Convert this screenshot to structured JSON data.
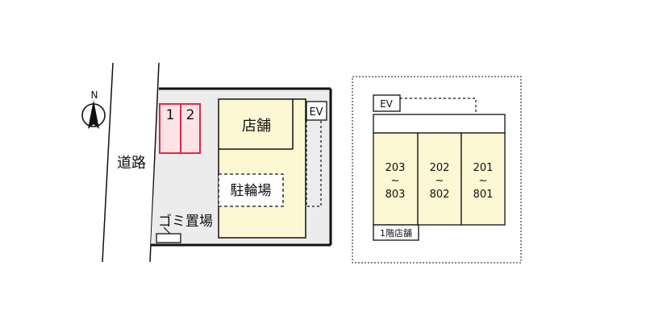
{
  "site_plan": {
    "compass": {
      "north_label": "N"
    },
    "road_label": "道路",
    "parking": {
      "spaces": [
        "1",
        "2"
      ]
    },
    "shop_label": "店舗",
    "elevator_label": "EV",
    "bicycle_parking_label": "駐輪場",
    "garbage_label": "ゴミ置場"
  },
  "floor_plan": {
    "elevator_label": "EV",
    "units": [
      {
        "first": "203",
        "sep": "~",
        "last": "803"
      },
      {
        "first": "202",
        "sep": "~",
        "last": "802"
      },
      {
        "first": "201",
        "sep": "~",
        "last": "801"
      }
    ],
    "ground_floor_label": "1階店舗"
  },
  "colors": {
    "gray_lot": "#ececec",
    "cream": "#fcf8d3",
    "parking_fill": "#fde3e6",
    "parking_stroke": "#e0284a"
  }
}
